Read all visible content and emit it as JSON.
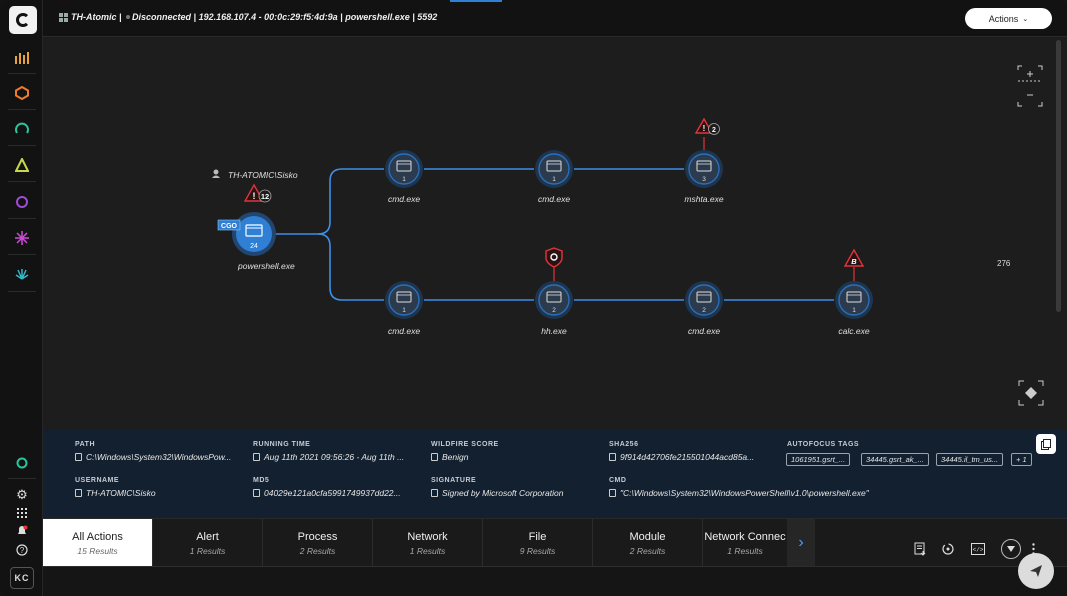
{
  "header": {
    "host": "TH-Atomic",
    "status": "Disconnected",
    "ip": "192.168.107.4 - 00:0c:29:f5:4d:9a",
    "process": "powershell.exe",
    "pid": "5592",
    "actions_label": "Actions"
  },
  "nav": {
    "items": [
      "analytics-icon",
      "xdr-icon",
      "cortex-icon",
      "prisma-icon",
      "cloud-icon",
      "spark-icon",
      "xsoar-icon"
    ],
    "settings": "gear-icon",
    "apps": "grid-icon",
    "notifications": "bell-icon",
    "help": "help-icon",
    "user_initials": "KC"
  },
  "graph": {
    "user_label": "TH-ATOMIC\\Sisko",
    "root": {
      "name": "powershell.exe",
      "count": "24",
      "badge": "CGO",
      "alert_count": "12"
    },
    "nodes": [
      {
        "id": "n1",
        "name": "cmd.exe",
        "count": "1"
      },
      {
        "id": "n2",
        "name": "cmd.exe",
        "count": "1"
      },
      {
        "id": "n3",
        "name": "mshta.exe",
        "count": "3",
        "alert_count": "2"
      },
      {
        "id": "n4",
        "name": "cmd.exe",
        "count": "1"
      },
      {
        "id": "n5",
        "name": "hh.exe",
        "count": "2"
      },
      {
        "id": "n6",
        "name": "cmd.exe",
        "count": "2"
      },
      {
        "id": "n7",
        "name": "calc.exe",
        "count": "1",
        "alert_letter": "B"
      }
    ],
    "side_count": "276"
  },
  "details": {
    "path": {
      "label": "PATH",
      "value": "C:\\Windows\\System32\\WindowsPow..."
    },
    "running_time": {
      "label": "RUNNING TIME",
      "value": "Aug 11th 2021 09:56:26 - Aug 11th ..."
    },
    "wildfire": {
      "label": "WILDFIRE SCORE",
      "value": "Benign"
    },
    "sha256": {
      "label": "SHA256",
      "value": "9f914d42706fe215501044acd85a..."
    },
    "autofocus": {
      "label": "AUTOFOCUS TAGS",
      "tags": [
        "1061951.gsrt_...",
        "34445.gsrt_ak_...",
        "34445.il_tm_us...",
        "+ 1"
      ]
    },
    "username": {
      "label": "USERNAME",
      "value": "TH-ATOMIC\\Sisko"
    },
    "md5": {
      "label": "MD5",
      "value": "04029e121a0cfa5991749937dd22..."
    },
    "signature": {
      "label": "SIGNATURE",
      "value": "Signed by Microsoft Corporation"
    },
    "cmd": {
      "label": "CMD",
      "value": "\"C:\\Windows\\System32\\WindowsPowerShell\\v1.0\\powershell.exe\""
    }
  },
  "tabs": [
    {
      "label": "All Actions",
      "count": "15 Results"
    },
    {
      "label": "Alert",
      "count": "1 Results"
    },
    {
      "label": "Process",
      "count": "2 Results"
    },
    {
      "label": "Network",
      "count": "1 Results"
    },
    {
      "label": "File",
      "count": "9 Results"
    },
    {
      "label": "Module",
      "count": "2 Results"
    },
    {
      "label": "Network Connec",
      "count": "1 Results"
    }
  ],
  "colors": {
    "accent": "#2f7fd4",
    "node_fill": "#2b3a4c",
    "node_ring": "#2b6fb8",
    "root_fill": "#2f7fd4",
    "alert_red": "#e0353b",
    "edge": "#3d8fe8",
    "details_bg": "#13202f"
  }
}
